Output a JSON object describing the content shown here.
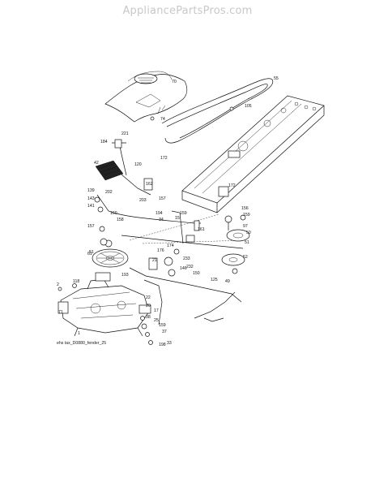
{
  "watermark": "AppliancePartsPros.com",
  "caption": "ehs tax_D0880_fender_25",
  "part_labels": [
    "70",
    "55",
    "74",
    "105",
    "221",
    "184",
    "172",
    "120",
    "162",
    "42",
    "203",
    "157",
    "139",
    "202",
    "143",
    "141",
    "160",
    "158",
    "157",
    "51",
    "159",
    "194",
    "15",
    "161",
    "34",
    "172",
    "156",
    "159",
    "97",
    "50",
    "51",
    "52",
    "61",
    "21",
    "176",
    "174",
    "233",
    "146",
    "232",
    "150",
    "125",
    "49",
    "118",
    "2",
    "193",
    "22",
    "71",
    "17",
    "20",
    "38",
    "25",
    "159",
    "37",
    "198",
    "33",
    "1"
  ]
}
